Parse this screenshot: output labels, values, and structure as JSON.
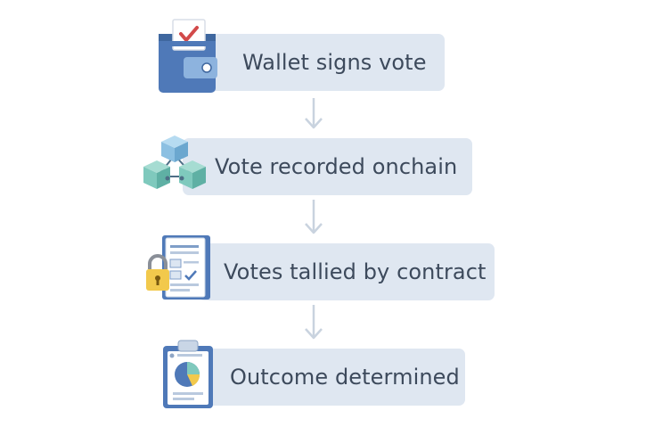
{
  "steps": [
    {
      "label": "Wallet signs vote",
      "icon": "wallet-icon"
    },
    {
      "label": "Vote recorded onchain",
      "icon": "blockchain-icon"
    },
    {
      "label": "Votes tallied by contract",
      "icon": "contract-icon"
    },
    {
      "label": "Outcome determined",
      "icon": "outcome-chart-icon"
    }
  ],
  "colors": {
    "pill": "#dfe7f1",
    "text": "#3d4a5c",
    "arrow": "#c9d3df",
    "wallet": "#4f79b8",
    "cube_blue": "#8cc0e2",
    "cube_teal": "#7fc9bd",
    "check": "#d24a4a",
    "lock": "#f2c94c"
  }
}
